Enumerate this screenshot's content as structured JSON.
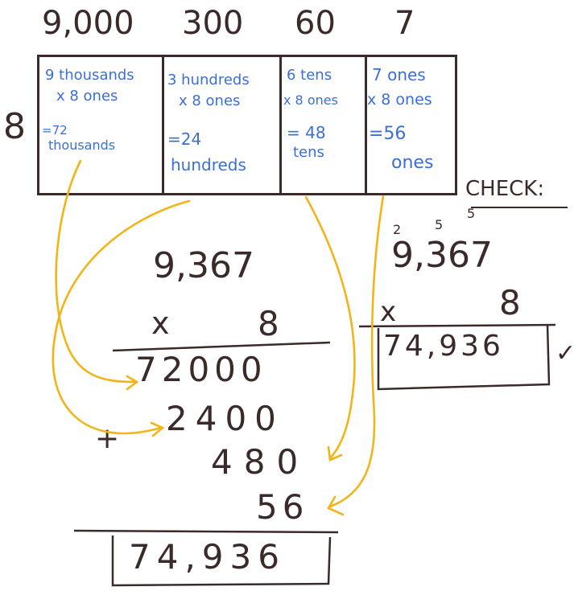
{
  "place_values": [
    "9,000",
    "300",
    "60",
    "7"
  ],
  "multiplier": "8",
  "cells": [
    {
      "line1": "9 thousands",
      "line2": "x 8 ones",
      "line3": "=72",
      "line4": "thousands"
    },
    {
      "line1": "3 hundreds",
      "line2": "x 8 ones",
      "line3": "=24",
      "line4": "hundreds"
    },
    {
      "line1": "6 tens",
      "line2": "x 8 ones",
      "line3": "= 48",
      "line4": "tens"
    },
    {
      "line1": "7 ones",
      "line2": "x 8 ones",
      "line3": "=56",
      "line4": "ones"
    }
  ],
  "main_problem": {
    "top": "9,367",
    "op": "x",
    "bottom": "8",
    "partials": [
      "72000",
      "2400",
      "480",
      "56"
    ],
    "plus": "+",
    "answer": "74,936"
  },
  "check": {
    "heading": "CHECK:",
    "carries": [
      "2",
      "5",
      "5"
    ],
    "top": "9,367",
    "op": "x",
    "bottom": "8",
    "answer": "74,936",
    "mark": "✓"
  },
  "colors": {
    "ink": "#3a2a2a",
    "blue": "#3b6fd8",
    "arrow": "#f2b418"
  }
}
